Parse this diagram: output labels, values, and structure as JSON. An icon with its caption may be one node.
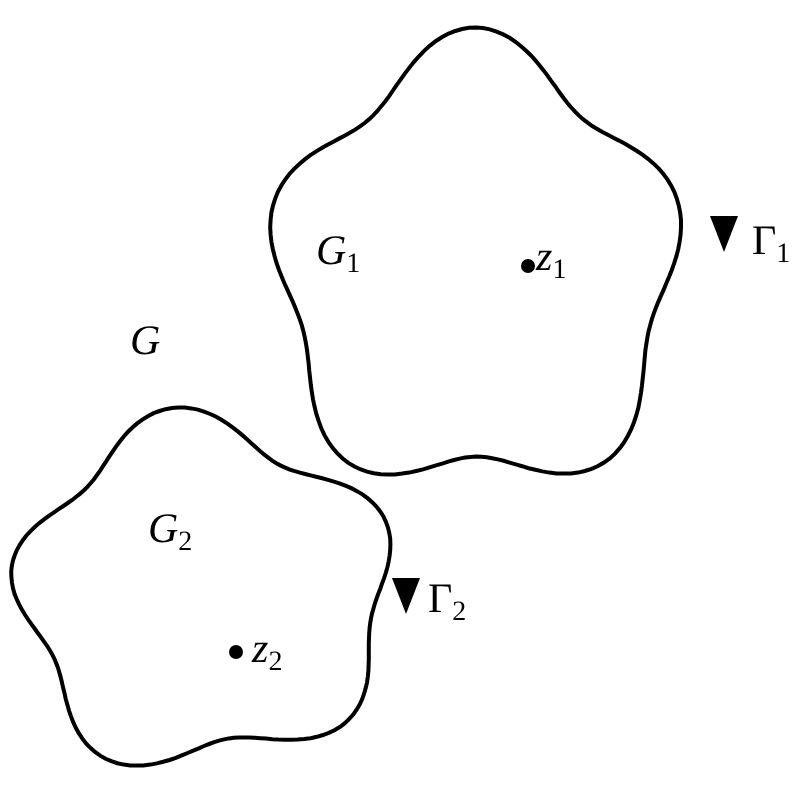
{
  "diagram": {
    "nodes": [
      {
        "text": [
          "G$_{1}$",
          "z$_{1}$"
        ],
        "beside": [
          "Γ$_{1}$"
        ]
      },
      {
        "text": [
          "G$_{2}$",
          "z$_{2}$"
        ],
        "beside": [
          "Γ$_{2}$"
        ]
      }
    ],
    "labels": [
      "G"
    ]
  }
}
